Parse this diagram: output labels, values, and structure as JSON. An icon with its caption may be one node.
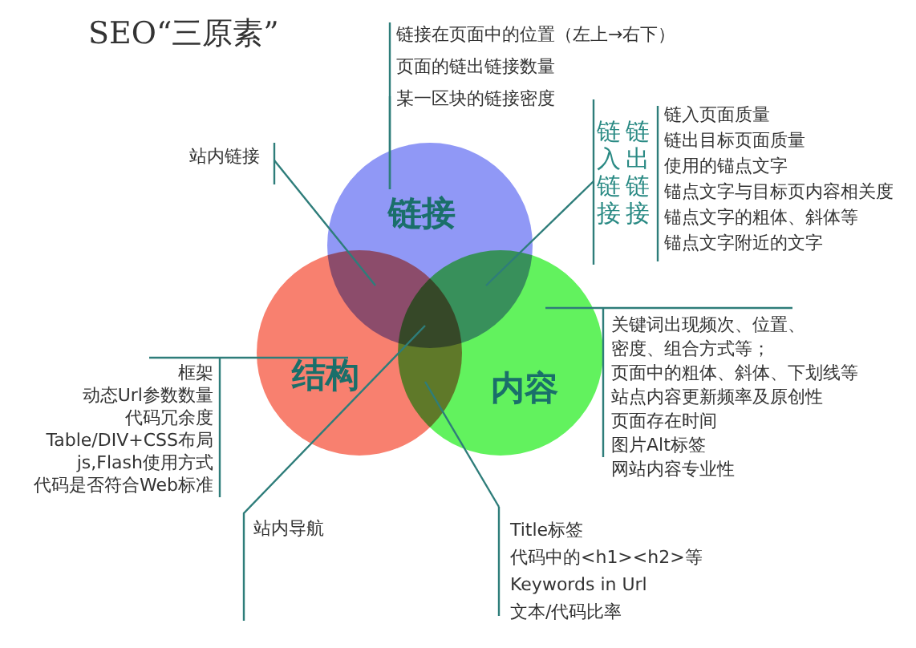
{
  "diagram": {
    "title": "SEO“三原素”",
    "nodes": [
      {
        "text": [
          "链接"
        ]
      },
      {
        "text": [
          "结构"
        ]
      },
      {
        "text": [
          "内容"
        ]
      },
      {
        "text": [
          "链接在页面中的位置（左上→右下）",
          "页面的链出链接数量",
          "某一区块的链接密度"
        ]
      },
      {
        "text": [
          "站内链接"
        ]
      },
      {
        "text": [
          "链入链接"
        ]
      },
      {
        "text": [
          "链出链接"
        ]
      },
      {
        "text": [
          "链入页面质量",
          "链出目标页面质量",
          "使用的锚点文字",
          "锚点文字与目标页内容相关度",
          "锚点文字的粗体、斜体等",
          "锚点文字附近的文字"
        ]
      },
      {
        "text": [
          "框架",
          "动态Url参数数量",
          "代码冗余度",
          "Table/DIV+CSS布局",
          "js,Flash使用方式",
          "代码是否符合Web标准"
        ]
      },
      {
        "text": [
          "关键词出现频次、位置、密度、组合方式等；",
          "页面中的粗体、斜体、下划线等",
          "站点内容更新频率及原创性",
          "页面存在时间",
          "图片Alt标签",
          "网站内容专业性"
        ]
      },
      {
        "text": [
          "站内导航"
        ]
      },
      {
        "text": [
          "Title标签",
          "代码中的<h1><h2>等",
          "Keywords in Url",
          "文本/代码比率"
        ]
      }
    ],
    "edges": [
      {
        "from": 3,
        "to": 0,
        "arrow": "none"
      },
      {
        "from": 4,
        "to": 0,
        "arrow": "none"
      },
      {
        "from": 5,
        "to": 0,
        "arrow": "none"
      },
      {
        "from": 8,
        "to": 1,
        "arrow": "none"
      },
      {
        "from": 9,
        "to": 2,
        "arrow": "none"
      },
      {
        "from": 10,
        "to": 0,
        "arrow": "none"
      },
      {
        "from": 11,
        "to": 1,
        "arrow": "none"
      }
    ]
  }
}
